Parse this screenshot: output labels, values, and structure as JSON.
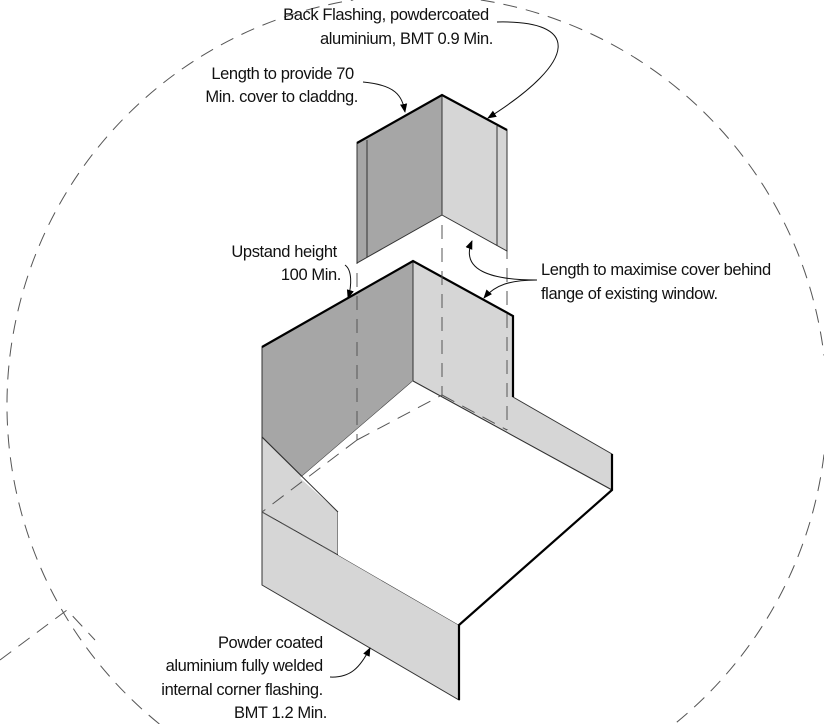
{
  "labels": {
    "back_flashing": [
      "Back Flashing, powdercoated",
      "aluminium, BMT 0.9 Min."
    ],
    "length_cover": [
      "Length to provide 70",
      "Min. cover to claddng."
    ],
    "upstand": [
      "Upstand height",
      "100 Min."
    ],
    "maximise_cover": [
      "Length to maximise cover behind",
      "flange of existing window."
    ],
    "corner_flashing": [
      "Powder coated",
      "aluminium fully welded",
      "internal corner flashing.",
      "BMT 1.2 Min."
    ]
  },
  "colors": {
    "dark_face": "#a6a6a6",
    "light_face": "#d6d6d6",
    "line": "#000000"
  }
}
